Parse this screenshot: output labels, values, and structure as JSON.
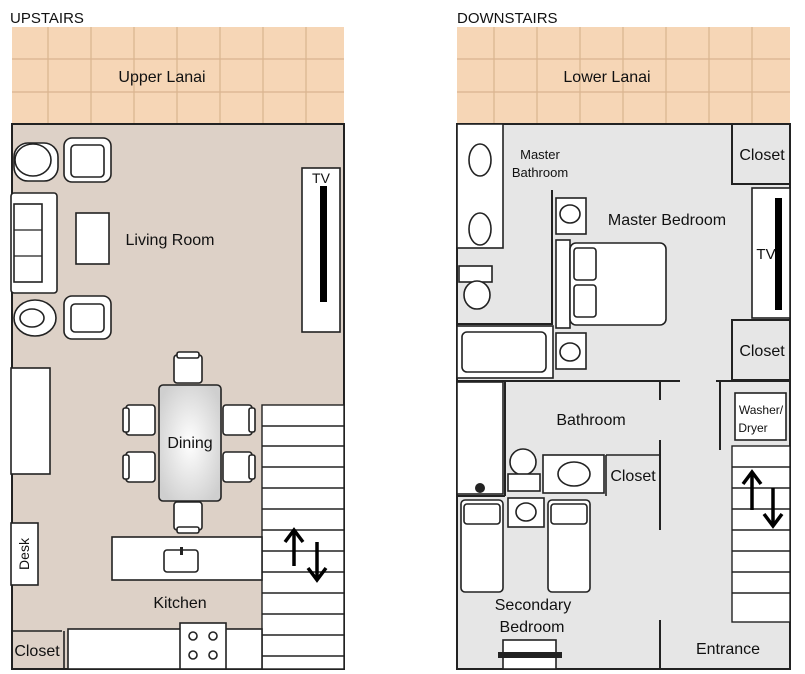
{
  "upstairs": {
    "heading": "UPSTAIRS",
    "rooms": {
      "lanai": "Upper Lanai",
      "living": "Living Room",
      "tv": "TV",
      "dining": "Dining",
      "desk": "Desk",
      "kitchen": "Kitchen",
      "closet": "Closet"
    }
  },
  "downstairs": {
    "heading": "DOWNSTAIRS",
    "rooms": {
      "lanai": "Lower Lanai",
      "master_bath_line1": "Master",
      "master_bath_line2": "Bathroom",
      "closet_top": "Closet",
      "master_bedroom": "Master Bedroom",
      "tv": "TV",
      "closet_mid": "Closet",
      "washer_line1": "Washer/",
      "washer_line2": "Dryer",
      "bathroom": "Bathroom",
      "closet_bath": "Closet",
      "secondary_line1": "Secondary",
      "secondary_line2": "Bedroom",
      "entrance": "Entrance"
    }
  },
  "colors": {
    "lanai": "#f6d6b6",
    "lanai_grid": "#d9b48f",
    "upstairs_floor": "#ddd1c7",
    "downstairs_floor": "#e6e6e6",
    "wall": "#222222",
    "furniture": "#ffffff",
    "dining_table": "#cfcfcf"
  },
  "icons": [
    "stairs-arrows-icon",
    "sink-icon",
    "stove-icon",
    "toilet-icon",
    "bathtub-icon",
    "bed-icon"
  ]
}
